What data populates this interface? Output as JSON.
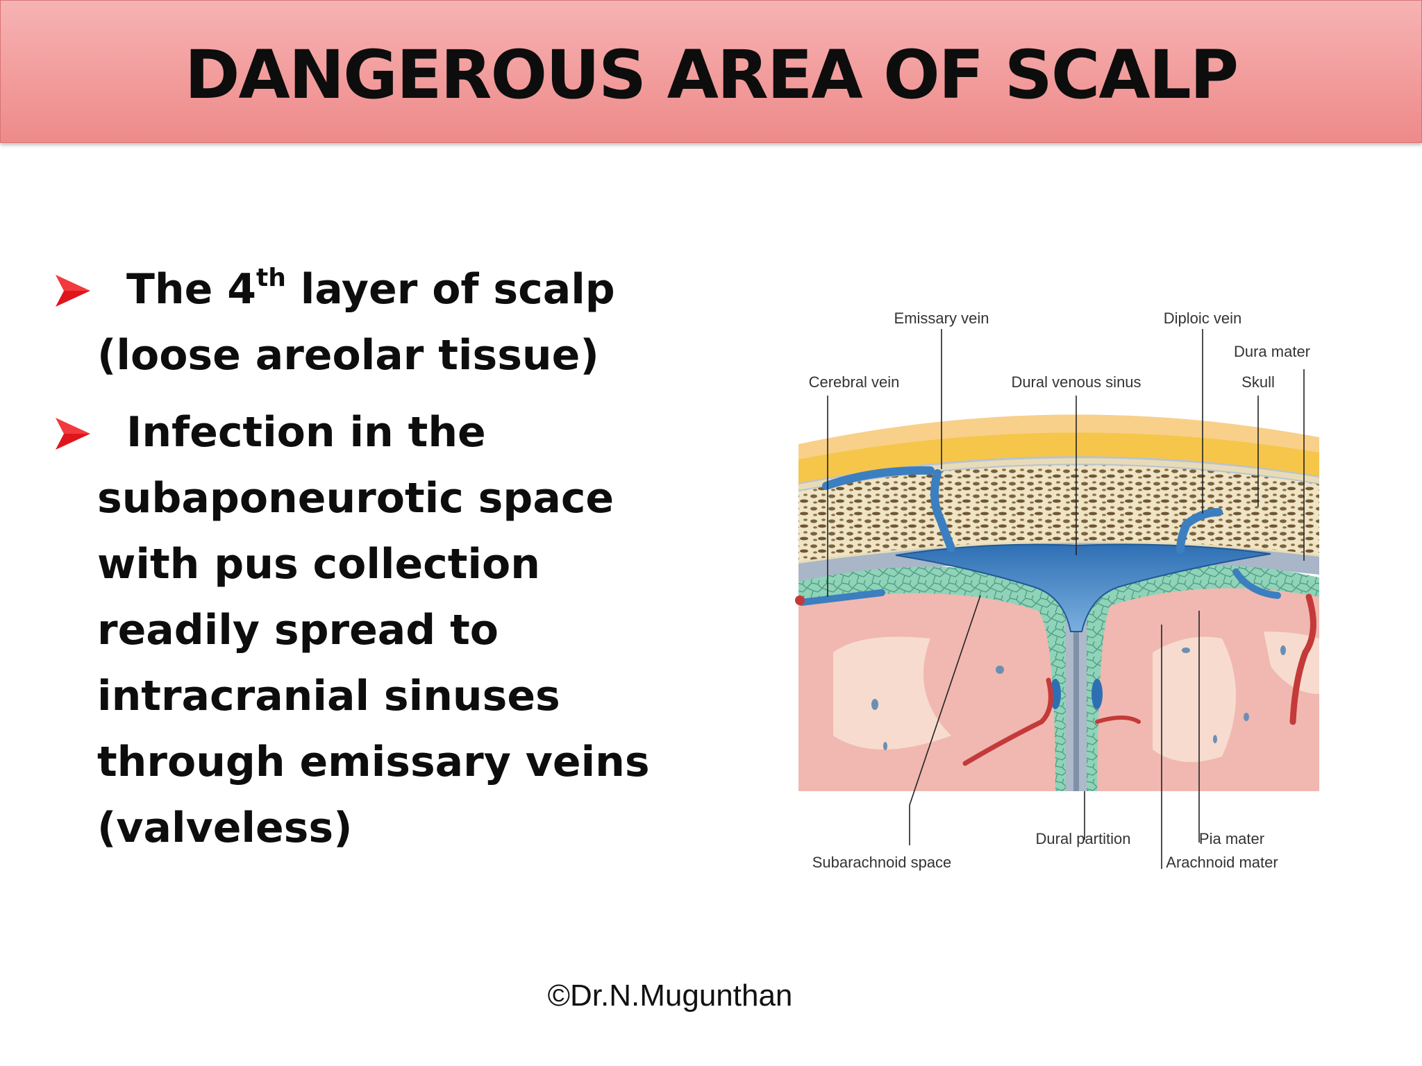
{
  "slide": {
    "title": "DANGEROUS AREA OF SCALP",
    "bullets": [
      {
        "line1_prefix": "The 4",
        "line1_sup": "th",
        "line1_suffix": " layer of scalp",
        "line2": "(loose areolar tissue)"
      },
      {
        "lines": [
          "Infection in the",
          "subaponeurotic space",
          "with pus collection",
          "readily spread to",
          "intracranial sinuses",
          "through emissary veins",
          "(valveless)"
        ]
      }
    ],
    "bullet_icon": "arrowhead-bullet-icon",
    "credit": "©Dr.N.Mugunthan"
  },
  "diagram": {
    "labels": {
      "emissary_vein": "Emissary vein",
      "diploic_vein": "Diploic vein",
      "dura_mater": "Dura mater",
      "cerebral_vein": "Cerebral vein",
      "dural_venous_sinus": "Dural venous sinus",
      "skull": "Skull",
      "subarachnoid_space": "Subarachnoid space",
      "dural_partition": "Dural partition",
      "pia_mater": "Pia mater",
      "arachnoid_mater": "Arachnoid mater"
    }
  },
  "colors": {
    "title_bar": "#f3a0a0",
    "bullet_arrow": "#e0141b",
    "vein_blue": "#3b7fc0",
    "brain_pink": "#f0b8b0",
    "skull_tan": "#efe4c4",
    "scalp_yellow": "#f5c64a",
    "csf_green": "#7fcab0"
  }
}
